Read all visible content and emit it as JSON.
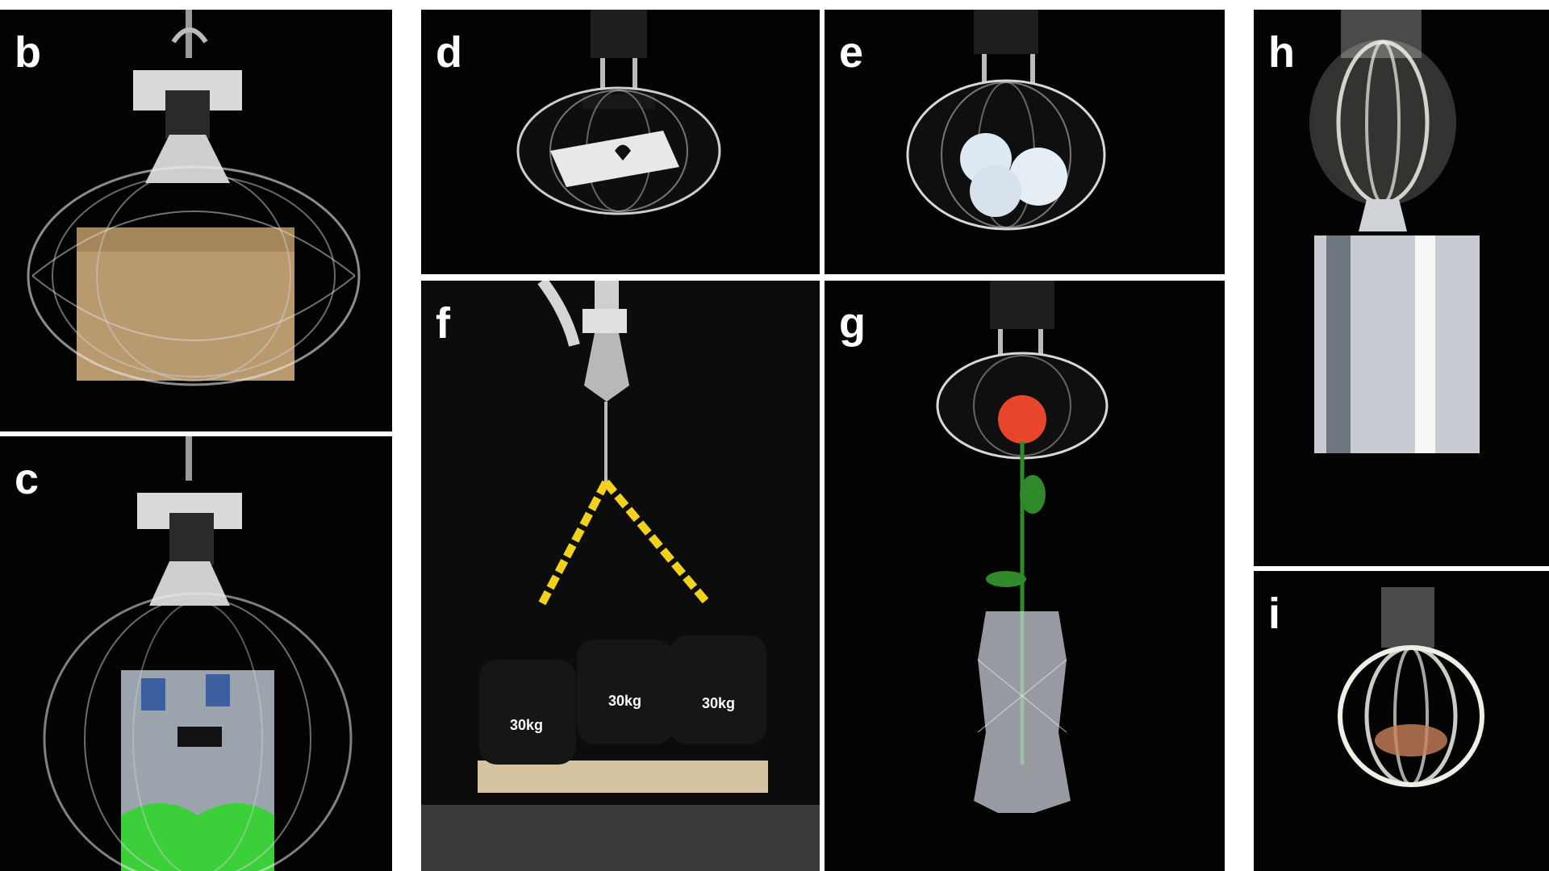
{
  "figure": {
    "panels": [
      {
        "id": "b",
        "label": "b",
        "subject": "gripper holding cardboard box"
      },
      {
        "id": "c",
        "label": "c",
        "subject": "gripper holding bottled water pack"
      },
      {
        "id": "d",
        "label": "d",
        "subject": "gripper holding playing card"
      },
      {
        "id": "e",
        "label": "e",
        "subject": "gripper holding golf balls"
      },
      {
        "id": "f",
        "label": "f",
        "subject": "gripper lifting dumbbells"
      },
      {
        "id": "g",
        "label": "g",
        "subject": "gripper holding rose and vase"
      },
      {
        "id": "h",
        "label": "h",
        "subject": "gripper holding metal cylinder"
      },
      {
        "id": "i",
        "label": "i",
        "subject": "gripper holding small object"
      }
    ],
    "weights": [
      "30kg",
      "30kg",
      "30kg"
    ]
  },
  "colors": {
    "background": "#030303",
    "border": "#ffffff",
    "cardboard": "#b99a6f",
    "green_base": "#3ccf3a",
    "rose": "#e8462a",
    "stem": "#2f8a2a",
    "strap_yellow": "#f0d21c",
    "dumbbell": "#161616",
    "wood": "#d6c3a0",
    "metal": "#c8ccd2"
  }
}
